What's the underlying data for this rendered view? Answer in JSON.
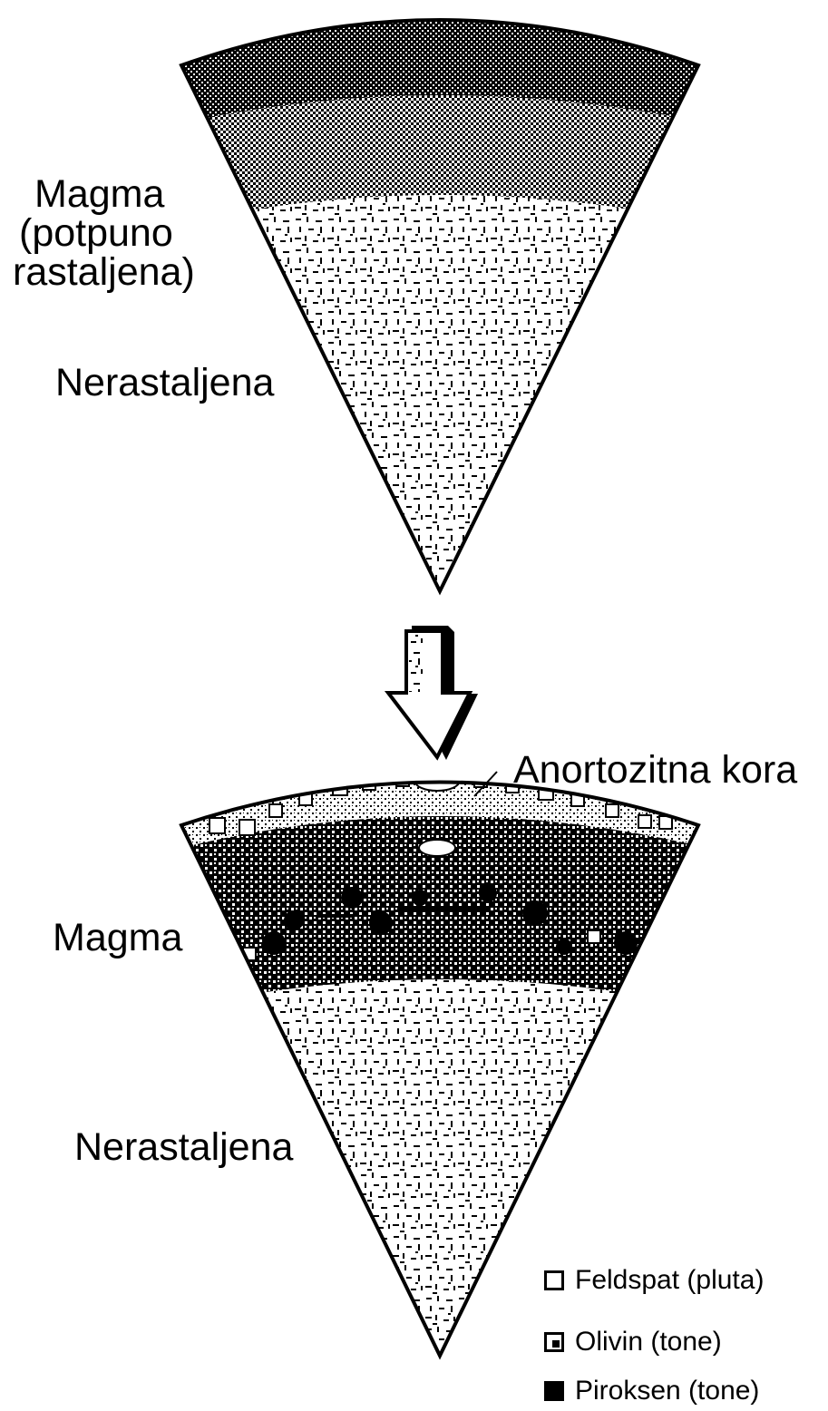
{
  "labels": {
    "top_magma_line1": "Magma",
    "top_magma_line2": "(potpuno",
    "top_magma_line3": "rastaljena)",
    "top_unmelted": "Nerastaljena",
    "crust": "Anortozitna kora",
    "bottom_magma": "Magma",
    "bottom_unmelted": "Nerastaljena"
  },
  "legend": [
    {
      "label": "Feldspat (pluta)",
      "icon": "hollow-square-icon"
    },
    {
      "label": "Olivin (tone)",
      "icon": "dotted-square-icon"
    },
    {
      "label": "Piroksen (tone)",
      "icon": "filled-square-icon"
    }
  ],
  "colors": {
    "ink": "#000000",
    "paper": "#ffffff"
  }
}
